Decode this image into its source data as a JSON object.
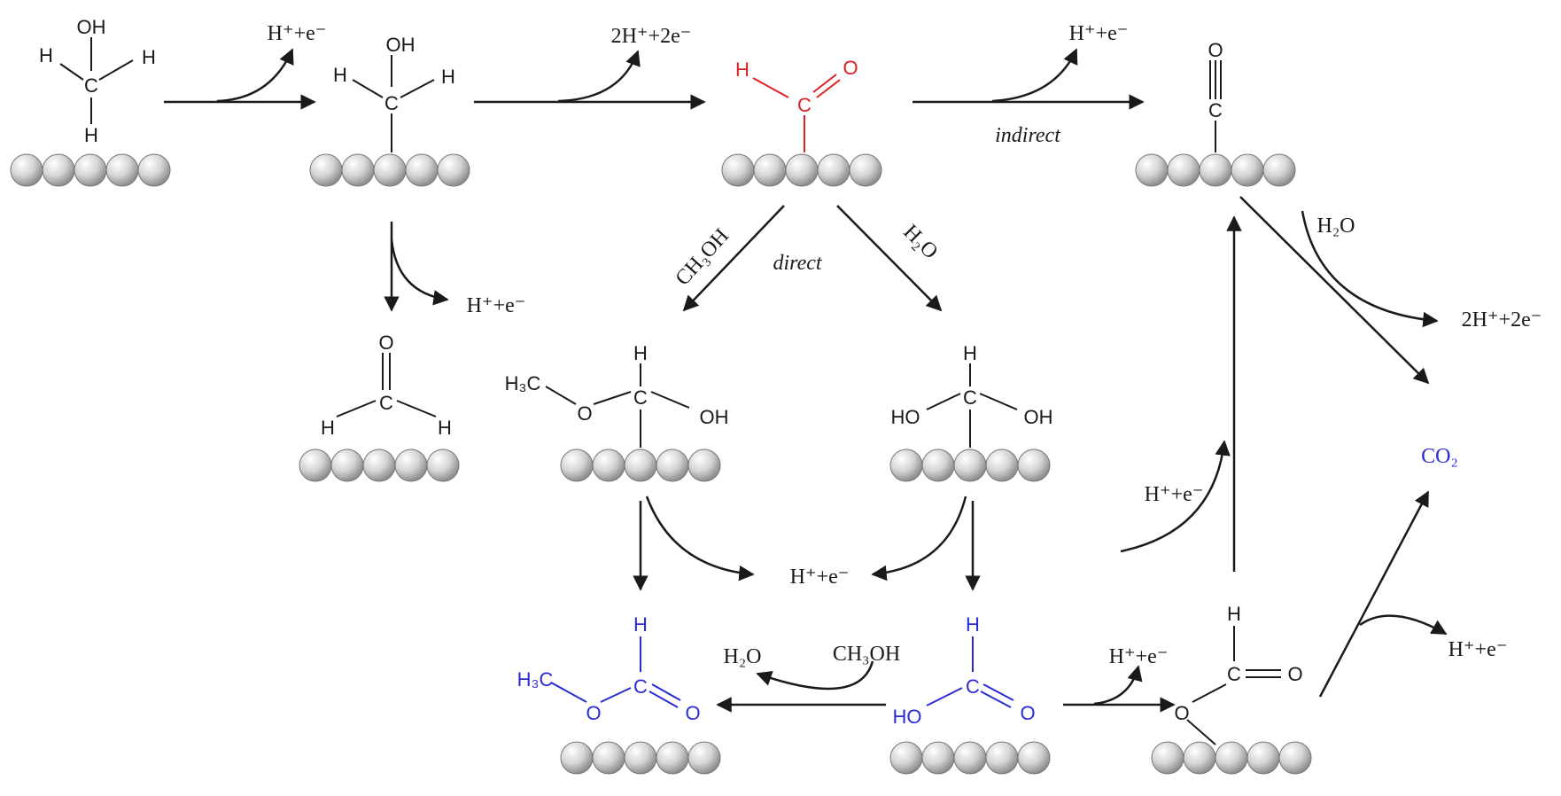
{
  "colors": {
    "ink": "#1a1a1a",
    "formaldehyde_red": "#e02020",
    "product_blue": "#2b2bd6",
    "surface_atom": "#c8c8c8"
  },
  "labels": {
    "h_e_1": "H⁺+e⁻",
    "two_h_e_1": "2H⁺+2e⁻",
    "h_e_2": "H⁺+e⁻",
    "indirect": "indirect",
    "h_e_3": "H⁺+e⁻",
    "ch3oh_diag": "CH₃OH",
    "direct": "direct",
    "h2o_diag": "H₂O",
    "h2o_co": "H₂O",
    "two_h_e_2": "2H⁺+2e⁻",
    "co2": "CO₂",
    "h_e_center": "H⁺+e⁻",
    "h_e_up": "H⁺+e⁻",
    "h2o_bottom": "H₂O",
    "ch3oh_bottom": "CH₃OH",
    "h_e_formate": "H⁺+e⁻",
    "h_e_right": "H⁺+e⁻"
  },
  "atoms": {
    "m1": {
      "oh": "OH",
      "h_left": "H",
      "h_right": "H",
      "c": "C",
      "h_bottom": "H"
    },
    "m2": {
      "oh": "OH",
      "h_left": "H",
      "c": "C",
      "h_right": "H"
    },
    "m3": {
      "h": "H",
      "c": "C",
      "o": "O"
    },
    "m4": {
      "o": "O",
      "c": "C"
    },
    "m5": {
      "o": "O",
      "c": "C",
      "h_left": "H",
      "h_right": "H"
    },
    "m6": {
      "h": "H",
      "h3c": "H₃C",
      "o": "O",
      "c": "C",
      "oh": "OH"
    },
    "m7": {
      "h": "H",
      "ho": "HO",
      "c": "C",
      "oh": "OH"
    },
    "m8": {
      "h": "H",
      "h3c": "H₃C",
      "o_left": "O",
      "c": "C",
      "o_right": "O"
    },
    "m9": {
      "h": "H",
      "ho": "HO",
      "c": "C",
      "o": "O"
    },
    "m10": {
      "h": "H",
      "c": "C",
      "o_right": "O",
      "o_bottom": "O"
    }
  }
}
